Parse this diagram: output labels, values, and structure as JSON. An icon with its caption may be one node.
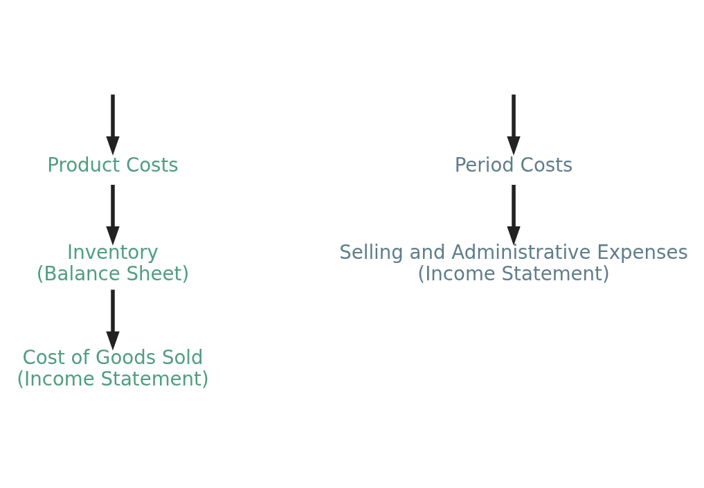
{
  "diagram": {
    "nodes": [
      {
        "text": [
          "Product Costs"
        ]
      },
      {
        "text": [
          "Period Costs"
        ]
      },
      {
        "text": [
          "Inventory",
          "(Balance Sheet)"
        ]
      },
      {
        "text": [
          "Cost of Goods Sold",
          "(Income Statement)"
        ]
      },
      {
        "text": [
          "Selling and Administrative Expenses",
          "(Income Statement)"
        ]
      }
    ],
    "edges": [
      {
        "from": null,
        "to": 0,
        "arrow": "to"
      },
      {
        "from": null,
        "to": 1,
        "arrow": "to"
      },
      {
        "from": 0,
        "to": 2,
        "arrow": "to"
      },
      {
        "from": 2,
        "to": 3,
        "arrow": "to"
      },
      {
        "from": 1,
        "to": 4,
        "arrow": "to"
      }
    ]
  }
}
